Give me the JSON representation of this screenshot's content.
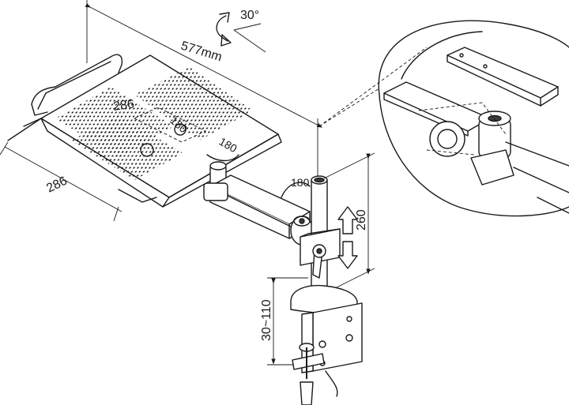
{
  "dimensions": {
    "rotation_top": "30°",
    "width_total": "577mm",
    "tray_inner": "286",
    "tray_depth": "286",
    "swivel_a": "180",
    "swivel_b": "180",
    "swivel_c": "180",
    "pole_height": "260",
    "clamp_range": "30~110"
  },
  "colors": {
    "line": "#1a1a1a",
    "background": "#ffffff"
  }
}
